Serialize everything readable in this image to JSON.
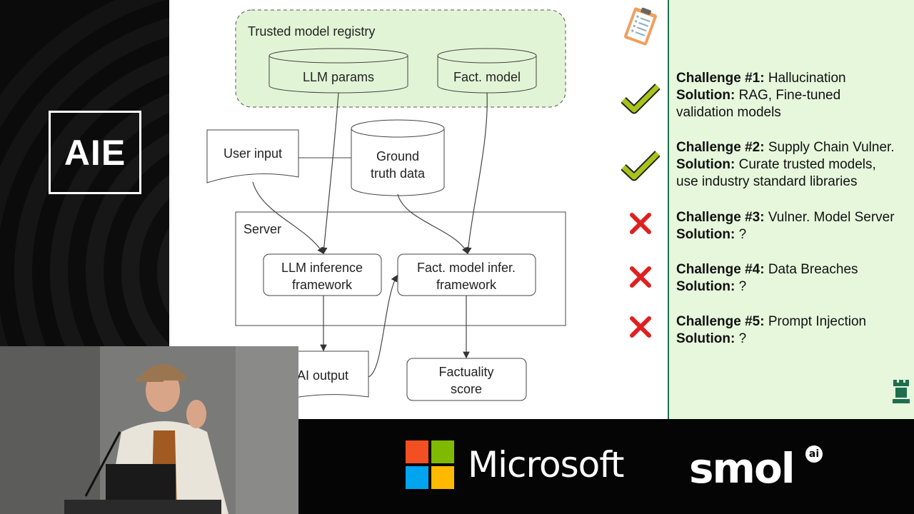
{
  "event_logo": "AIE",
  "diagram": {
    "registry_label": "Trusted model registry",
    "llm_params": "LLM params",
    "fact_model": "Fact. model",
    "user_input": "User input",
    "ground_truth_1": "Ground",
    "ground_truth_2": "truth data",
    "server": "Server",
    "llm_infer_1": "LLM inference",
    "llm_infer_2": "framework",
    "fact_infer_1": "Fact. model infer.",
    "fact_infer_2": "framework",
    "ai_output": "AI output",
    "factuality_1": "Factuality",
    "factuality_2": "score"
  },
  "challenges": [
    {
      "title": "Challenge #1:",
      "name": "Hallucination",
      "sol_label": "Solution:",
      "solution_1": "RAG, Fine-tuned",
      "solution_2": "validation models",
      "status": "check"
    },
    {
      "title": "Challenge #2:",
      "name": "Supply Chain Vulner.",
      "sol_label": "Solution:",
      "solution_1": "Curate trusted models,",
      "solution_2": "use industry standard libraries",
      "status": "check"
    },
    {
      "title": "Challenge #3:",
      "name": "Vulner. Model Server",
      "sol_label": "Solution:",
      "solution_1": "?",
      "status": "cross"
    },
    {
      "title": "Challenge #4:",
      "name": "Data Breaches",
      "sol_label": "Solution:",
      "solution_1": "?",
      "status": "cross"
    },
    {
      "title": "Challenge #5:",
      "name": "Prompt Injection",
      "sol_label": "Solution:",
      "solution_1": "?",
      "status": "cross"
    }
  ],
  "icons": {
    "clipboard": "clipboard-icon",
    "check": "checkmark-icon",
    "cross": "cross-icon",
    "rook": "chess-rook-icon"
  },
  "sponsors": {
    "microsoft": "Microsoft",
    "smol": "smol",
    "smol_suffix": "ai"
  },
  "colors": {
    "panel_bg": "#e6f7dc",
    "registry_bg": "#e2f4d6",
    "check": "#a8c41a",
    "cross": "#e02020",
    "rook": "#1e6e4e"
  }
}
